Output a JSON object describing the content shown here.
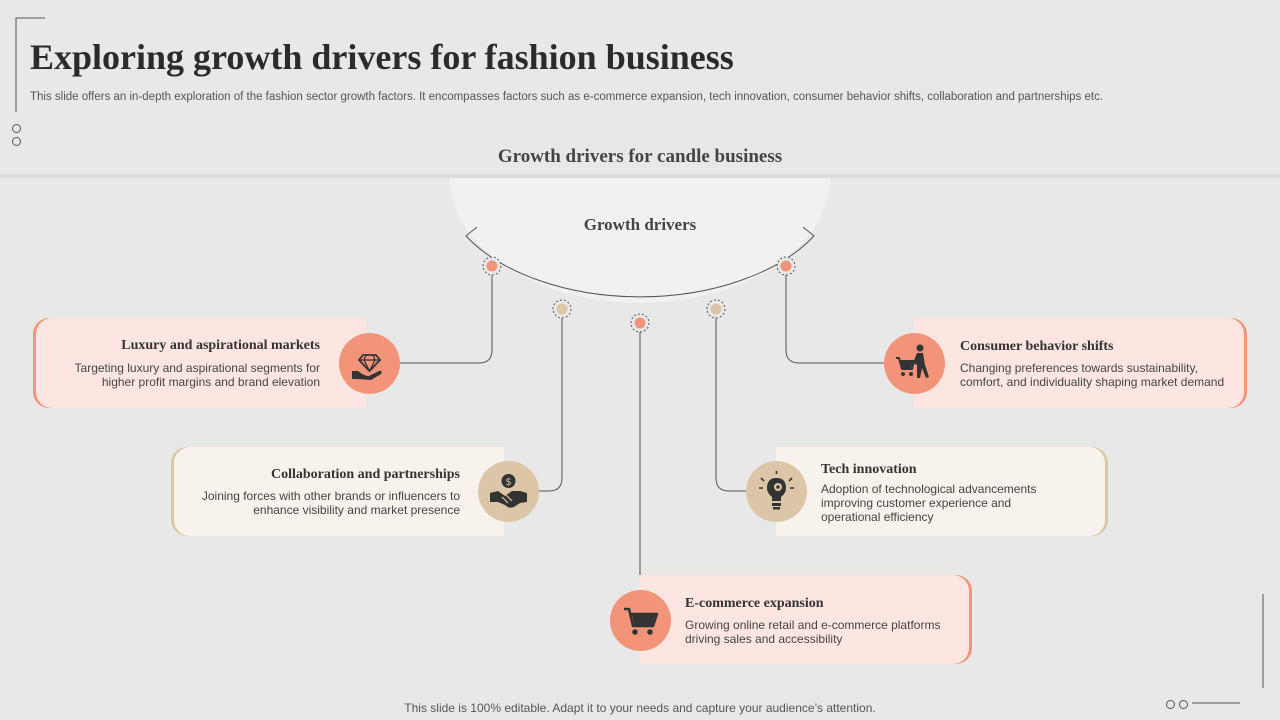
{
  "slide": {
    "title": "Exploring growth drivers for fashion business",
    "subtitle": "This slide offers an in-depth exploration of the fashion sector growth factors. It encompasses factors such as e-commerce expansion, tech innovation, consumer behavior shifts, collaboration and partnerships etc.",
    "footer": "This slide is 100% editable. Adapt it to your needs and capture your audience’s attention."
  },
  "diagram": {
    "section_title": "Growth drivers for candle business",
    "hub_label": "Growth drivers",
    "colors": {
      "salmon": "#f2947a",
      "salmon_light": "#fde6e1",
      "beige": "#dcc6a8",
      "beige_light": "#f7f3ec",
      "line": "#555555",
      "background": "#e8e8e8"
    },
    "drivers": [
      {
        "title": "Luxury and aspirational markets",
        "description": "Targeting luxury and aspirational segments for higher profit margins and brand elevation",
        "icon": "diamond-hand-icon"
      },
      {
        "title": "Collaboration and partnerships",
        "description": "Joining forces with other brands or influencers to enhance visibility and market presence",
        "icon": "handshake-dollar-icon"
      },
      {
        "title": "E-commerce expansion",
        "description": "Growing online retail and e-commerce platforms driving sales and accessibility",
        "icon": "shopping-cart-icon"
      },
      {
        "title": "Tech innovation",
        "description": "Adoption of technological advancements improving customer experience and operational efficiency",
        "icon": "lightbulb-gear-icon"
      },
      {
        "title": "Consumer behavior shifts",
        "description": "Changing preferences towards sustainability, comfort, and individuality shaping market demand",
        "icon": "shopper-cart-icon"
      }
    ]
  }
}
